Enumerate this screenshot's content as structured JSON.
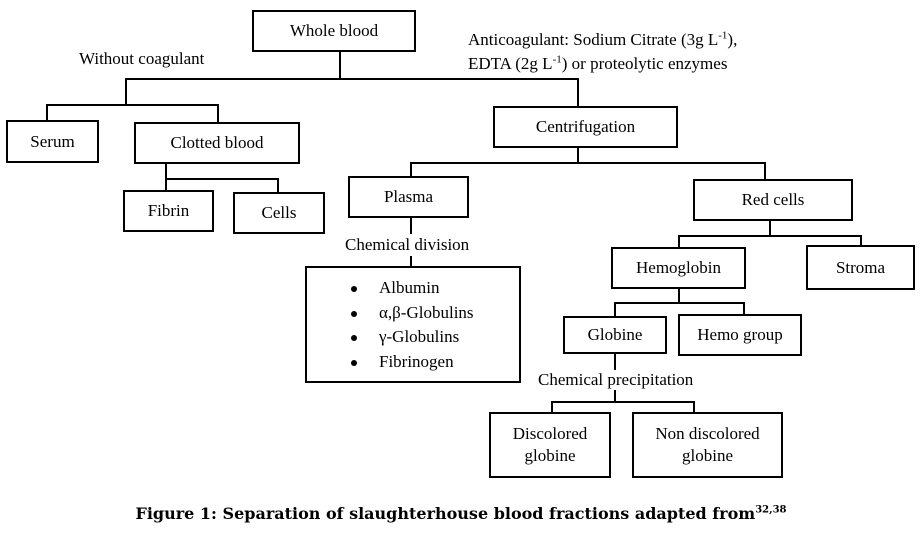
{
  "nodes": {
    "whole_blood": "Whole blood",
    "serum": "Serum",
    "clotted_blood": "Clotted blood",
    "fibrin": "Fibrin",
    "cells": "Cells",
    "centrifugation": "Centrifugation",
    "plasma": "Plasma",
    "red_cells": "Red cells",
    "hemoglobin": "Hemoglobin",
    "stroma": "Stroma",
    "globine": "Globine",
    "hemo_group": "Hemo group",
    "discolored_globine": "Discolored globine",
    "non_discolored_globine": "Non discolored globine"
  },
  "labels": {
    "without_coagulant": "Without coagulant",
    "anticoagulant": {
      "line1_prefix": "Anticoagulant:  Sodium  Citrate  (3g  L",
      "line1_sup": "-1",
      "line1_suffix": "),",
      "line2_prefix": "EDTA (2g L",
      "line2_sup": "-1",
      "line2_suffix": ") or proteolytic enzymes"
    },
    "chemical_division": "Chemical division",
    "chemical_precipitation": "Chemical precipitation"
  },
  "plasma_fractions": [
    "Albumin",
    "α,β-Globulins",
    "γ-Globulins",
    "Fibrinogen"
  ],
  "caption": {
    "text": "Figure 1: Separation of slaughterhouse blood fractions adapted from",
    "refs": "32,38"
  }
}
